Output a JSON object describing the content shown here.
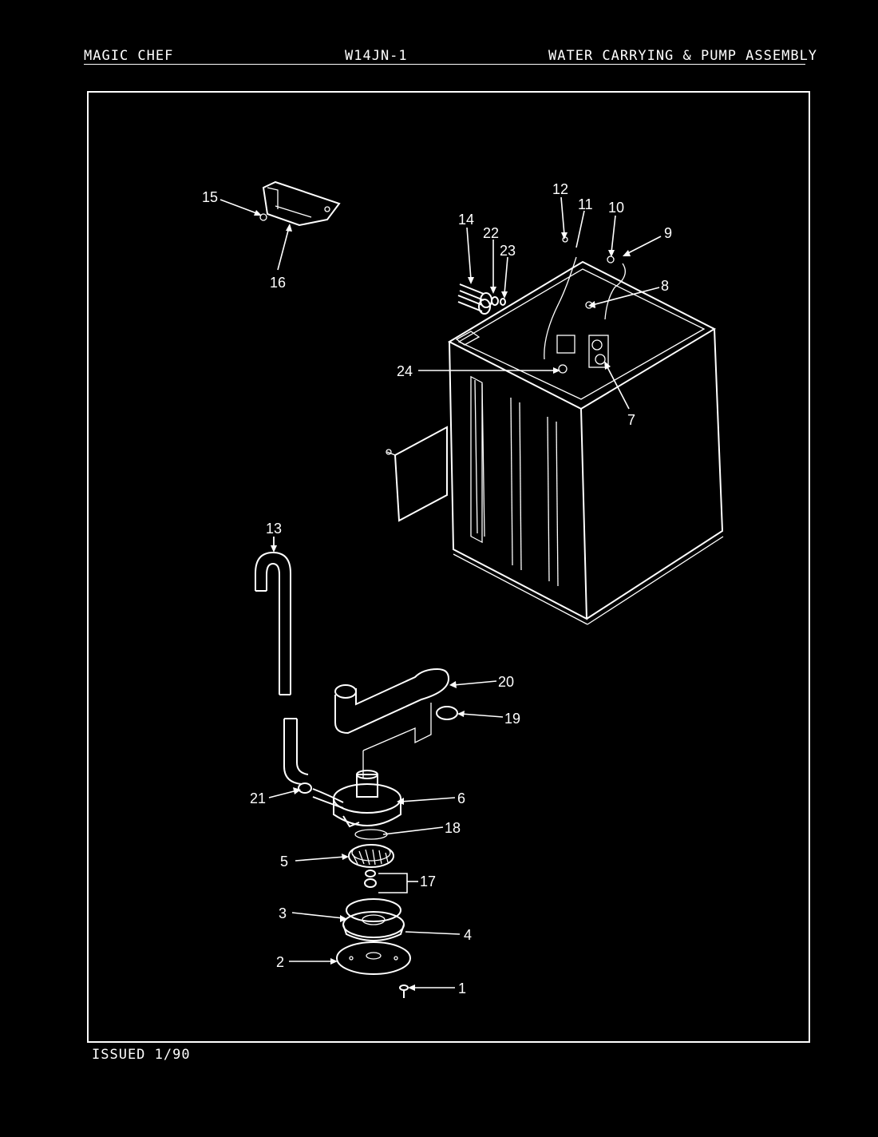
{
  "header": {
    "brand": "MAGIC CHEF",
    "model": "W14JN-1",
    "section": "WATER CARRYING & PUMP ASSEMBLY"
  },
  "footer": {
    "issued": "ISSUED 1/90"
  },
  "callouts": [
    "1",
    "2",
    "3",
    "4",
    "5",
    "6",
    "7",
    "8",
    "9",
    "10",
    "11",
    "12",
    "13",
    "14",
    "15",
    "16",
    "17",
    "18",
    "19",
    "20",
    "21",
    "22",
    "23",
    "24"
  ],
  "colors": {
    "background": "#000000",
    "ink": "#ffffff"
  }
}
